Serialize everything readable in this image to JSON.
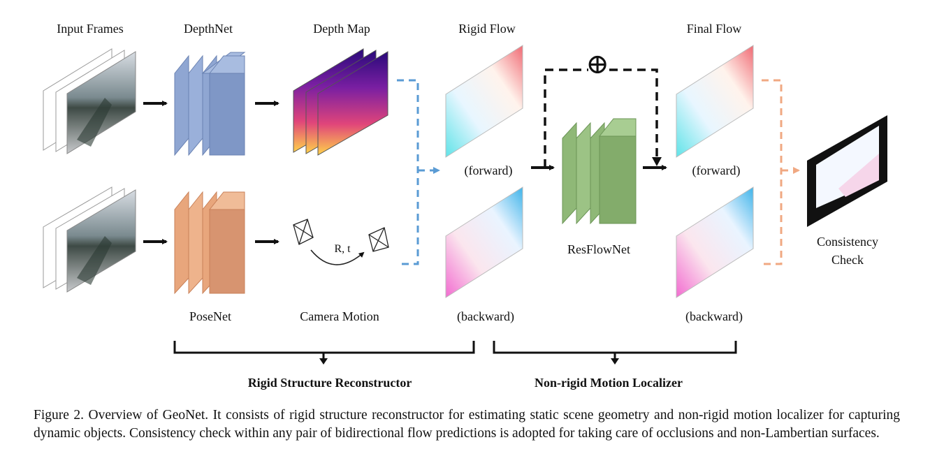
{
  "labels": {
    "input_frames": "Input Frames",
    "depthnet": "DepthNet",
    "depth_map": "Depth Map",
    "rigid_flow": "Rigid Flow",
    "final_flow": "Final Flow",
    "rigid_forward": "(forward)",
    "final_forward": "(forward)",
    "rigid_backward": "(backward)",
    "final_backward": "(backward)",
    "posenet": "PoseNet",
    "camera_motion": "Camera Motion",
    "rt": "R, t",
    "resflownet": "ResFlowNet",
    "consistency_check_line1": "Consistency",
    "consistency_check_line2": "Check",
    "rigid_structure_reconstructor": "Rigid Structure Reconstructor",
    "nonrigid_motion_localizer": "Non-rigid Motion Localizer",
    "plus_symbol": "⊕"
  },
  "caption": "Figure 2. Overview of GeoNet. It consists of rigid structure reconstructor for estimating static scene geometry and non-rigid motion localizer for capturing dynamic objects. Consistency check within any pair of bidirectional flow predictions is adopted for taking care of occlusions and non-Lambertian surfaces.",
  "colors": {
    "depthnet": "#8fa6d2",
    "posenet": "#e8a67c",
    "resflownet": "#8fb877",
    "rigid_arrow": "#5a9bd4",
    "final_arrow": "#f0a882"
  }
}
